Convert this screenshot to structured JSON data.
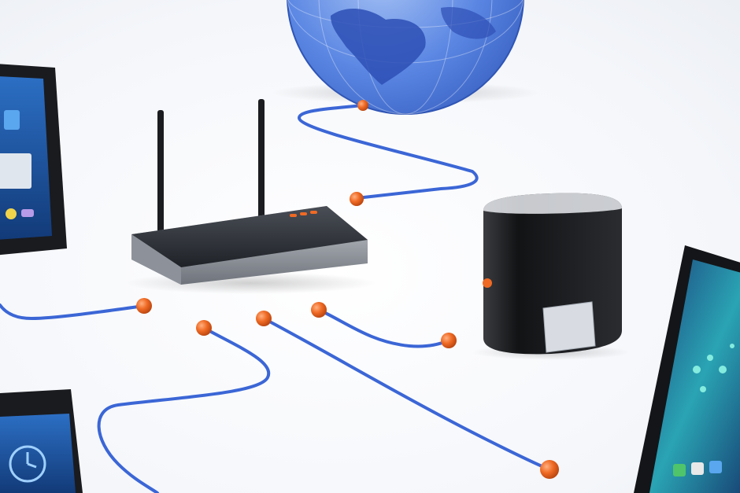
{
  "scene": {
    "subject": "home network",
    "devices": [
      "globe",
      "wifi-router",
      "external-drive",
      "tablet-left",
      "smartphone",
      "tablet-right"
    ],
    "colors": {
      "cable": "#3b66d6",
      "connector": "#ef6a24",
      "router_body": "#2a2d33",
      "router_base": "#9aa0a8",
      "drive_body": "#1c1d20",
      "globe": "#4f7fe0",
      "screen_blue": "#1e4f9a",
      "screen_teal": "#2fa5b0"
    }
  }
}
